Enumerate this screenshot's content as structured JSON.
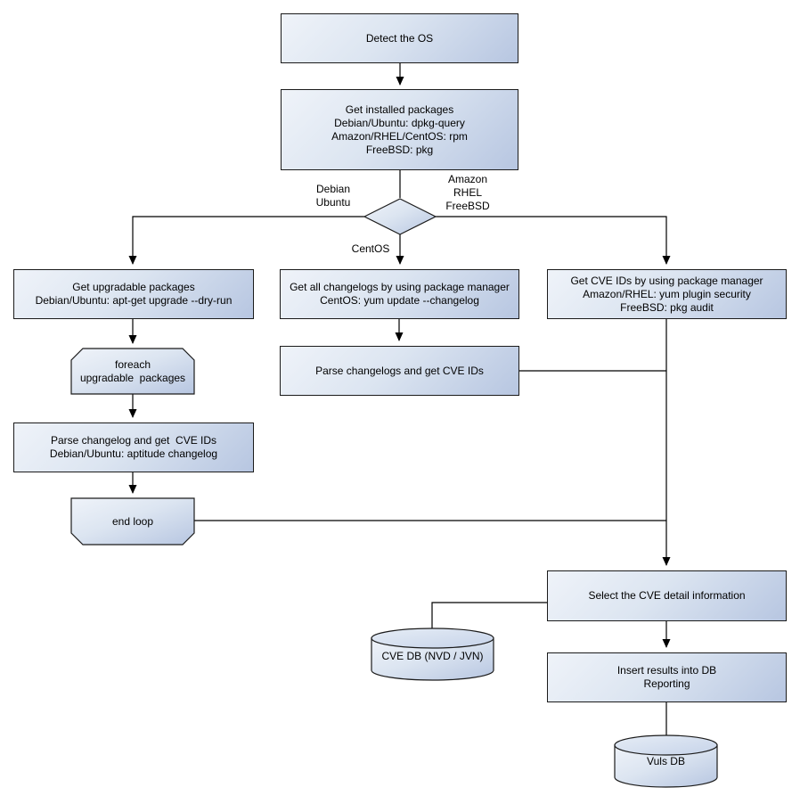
{
  "diagram": {
    "nodes": {
      "detect_os": {
        "lines": [
          "Detect the OS"
        ]
      },
      "get_installed": {
        "lines": [
          "Get installed packages",
          "Debian/Ubuntu: dpkg-query",
          "Amazon/RHEL/CentOS: rpm",
          "FreeBSD: pkg"
        ]
      },
      "get_upgradable": {
        "lines": [
          "Get upgradable packages",
          "Debian/Ubuntu: apt-get upgrade --dry-run"
        ]
      },
      "foreach_loop": {
        "lines": [
          "foreach",
          "upgradable  packages"
        ]
      },
      "parse_changelog": {
        "lines": [
          "Parse changelog and get  CVE IDs",
          "Debian/Ubuntu: aptitude changelog"
        ]
      },
      "end_loop": {
        "lines": [
          "end loop"
        ]
      },
      "get_all_changelogs": {
        "lines": [
          "Get all changelogs by using package manager",
          "CentOS: yum update --changelog"
        ]
      },
      "parse_changelogs": {
        "lines": [
          "Parse changelogs and get CVE IDs"
        ]
      },
      "get_cve_ids": {
        "lines": [
          "Get CVE IDs by using package manager",
          "Amazon/RHEL: yum plugin security",
          "FreeBSD: pkg audit"
        ]
      },
      "select_cve": {
        "lines": [
          "Select the CVE detail information"
        ]
      },
      "insert_results": {
        "lines": [
          "Insert results into DB",
          "Reporting"
        ]
      },
      "cve_db": {
        "lines": [
          "CVE DB (NVD / JVN)"
        ]
      },
      "vuls_db": {
        "lines": [
          "Vuls DB"
        ]
      }
    },
    "edge_labels": {
      "left_branch": {
        "lines": [
          "Debian",
          "Ubuntu"
        ]
      },
      "right_branch": {
        "lines": [
          "Amazon",
          "RHEL",
          "FreeBSD"
        ]
      },
      "down_branch": {
        "lines": [
          "CentOS"
        ]
      }
    },
    "colors": {
      "node_fill_light": "#eff3f9",
      "node_fill_dark": "#b7c6e1",
      "cylinder_rim_light": "#e6edf6",
      "cylinder_rim_dark": "#c6d3e9",
      "node_border": "#1b1b1b",
      "connector": "#000000",
      "text": "#000000",
      "background": "#ffffff"
    }
  }
}
